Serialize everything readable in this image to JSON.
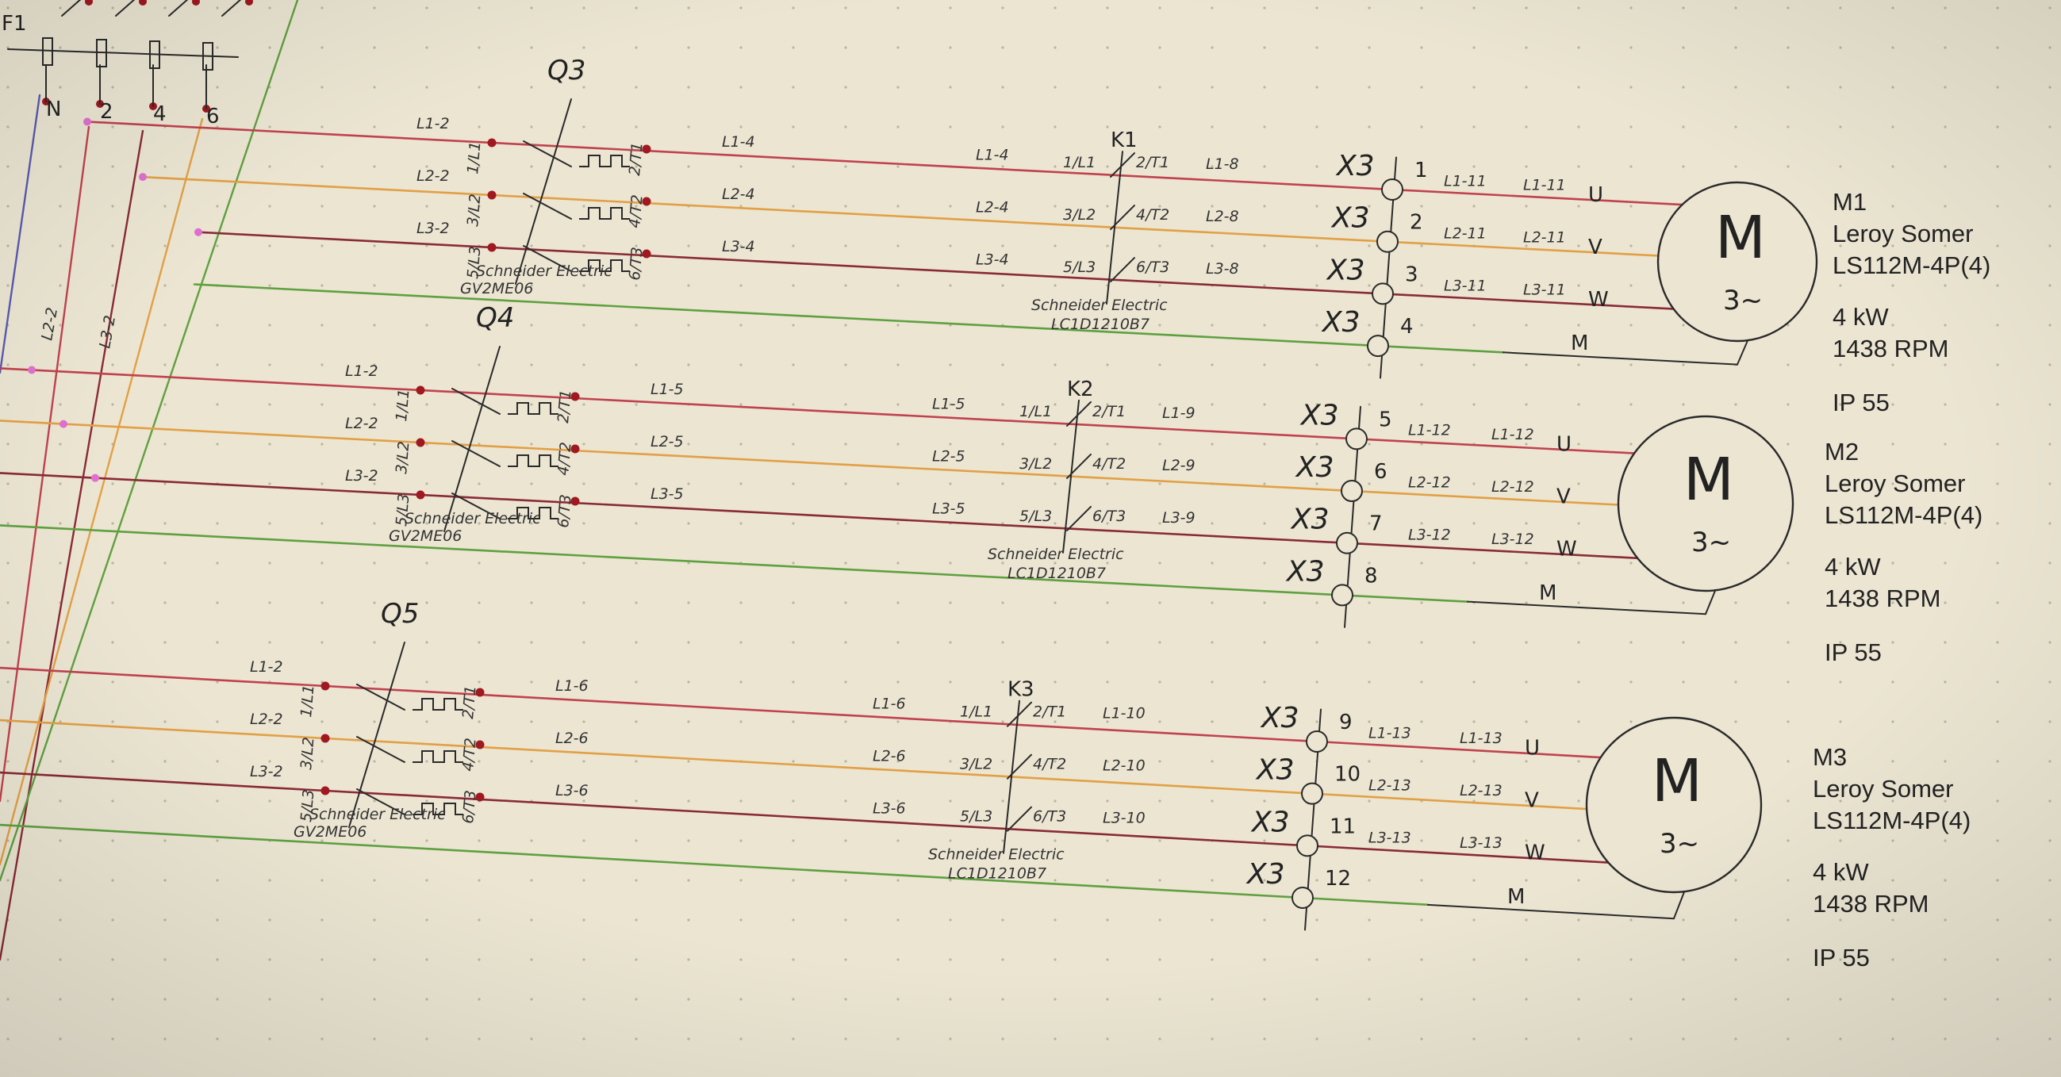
{
  "colors": {
    "background": "#ebe5d2",
    "L1": "#c0424e",
    "L2": "#e2a045",
    "L3": "#8a2a36",
    "PE": "#5fa040",
    "N": "#5a5ab0",
    "ink": "#2a2a2a",
    "terminal_dot": "#a01820",
    "tap_dot": "#e070d0"
  },
  "feeder": {
    "fuse_label": "F1",
    "bus_labels": [
      "N",
      "2",
      "4",
      "6"
    ],
    "vertical_labels": [
      "L2-2",
      "L3-2"
    ]
  },
  "circuits": [
    {
      "breaker": {
        "name": "Q3",
        "vendor": "Schneider Electric",
        "model": "GV2ME06",
        "in_wires": [
          "L1-2",
          "L2-2",
          "L3-2"
        ],
        "in_terms": [
          "1/L1",
          "3/L2",
          "5/L3"
        ],
        "out_terms": [
          "2/T1",
          "4/T2",
          "6/T3"
        ]
      },
      "contactor": {
        "name": "K1",
        "vendor": "Schneider Electric",
        "model": "LC1D1210B7",
        "in_wires": [
          "L1-4",
          "L2-4",
          "L3-4"
        ],
        "terms_in": [
          "1/L1",
          "3/L2",
          "5/L3"
        ],
        "terms_out": [
          "2/T1",
          "4/T2",
          "6/T3"
        ]
      },
      "mid_wires": [
        "L1-4",
        "L2-4",
        "L3-4"
      ],
      "out_wires": [
        "L1-8",
        "L2-8",
        "L3-8"
      ],
      "terminals": [
        {
          "strip": "X3",
          "num": "1"
        },
        {
          "strip": "X3",
          "num": "2"
        },
        {
          "strip": "X3",
          "num": "3"
        },
        {
          "strip": "X3",
          "num": "4"
        }
      ],
      "motor_wires": [
        "L1-11",
        "L2-11",
        "L3-11"
      ],
      "motor_wires_end": [
        "L1-11",
        "L2-11",
        "L3-11"
      ],
      "phases": [
        "U",
        "V",
        "W"
      ],
      "pe_label": "M",
      "motor": {
        "symbol": "M",
        "phase_symbol": "3~",
        "tag": "M1",
        "maker": "Leroy Somer",
        "model": "LS112M-4P(4)",
        "power": "4 kW",
        "speed": "1438 RPM",
        "ip": "IP 55"
      }
    },
    {
      "breaker": {
        "name": "Q4",
        "vendor": "Schneider Electric",
        "model": "GV2ME06",
        "in_wires": [
          "L1-2",
          "L2-2",
          "L3-2"
        ],
        "in_terms": [
          "1/L1",
          "3/L2",
          "5/L3"
        ],
        "out_terms": [
          "2/T1",
          "4/T2",
          "6/T3"
        ]
      },
      "contactor": {
        "name": "K2",
        "vendor": "Schneider Electric",
        "model": "LC1D1210B7",
        "in_wires": [
          "L1-5",
          "L2-5",
          "L3-5"
        ],
        "terms_in": [
          "1/L1",
          "3/L2",
          "5/L3"
        ],
        "terms_out": [
          "2/T1",
          "4/T2",
          "6/T3"
        ]
      },
      "mid_wires": [
        "L1-5",
        "L2-5",
        "L3-5"
      ],
      "out_wires": [
        "L1-9",
        "L2-9",
        "L3-9"
      ],
      "terminals": [
        {
          "strip": "X3",
          "num": "5"
        },
        {
          "strip": "X3",
          "num": "6"
        },
        {
          "strip": "X3",
          "num": "7"
        },
        {
          "strip": "X3",
          "num": "8"
        }
      ],
      "motor_wires": [
        "L1-12",
        "L2-12",
        "L3-12"
      ],
      "motor_wires_end": [
        "L1-12",
        "L2-12",
        "L3-12"
      ],
      "phases": [
        "U",
        "V",
        "W"
      ],
      "pe_label": "M",
      "motor": {
        "symbol": "M",
        "phase_symbol": "3~",
        "tag": "M2",
        "maker": "Leroy Somer",
        "model": "LS112M-4P(4)",
        "power": "4 kW",
        "speed": "1438 RPM",
        "ip": "IP 55"
      }
    },
    {
      "breaker": {
        "name": "Q5",
        "vendor": "Schneider Electric",
        "model": "GV2ME06",
        "in_wires": [
          "L1-2",
          "L2-2",
          "L3-2"
        ],
        "in_terms": [
          "1/L1",
          "3/L2",
          "5/L3"
        ],
        "out_terms": [
          "2/T1",
          "4/T2",
          "6/T3"
        ]
      },
      "contactor": {
        "name": "K3",
        "vendor": "Schneider Electric",
        "model": "LC1D1210B7",
        "in_wires": [
          "L1-6",
          "L2-6",
          "L3-6"
        ],
        "terms_in": [
          "1/L1",
          "3/L2",
          "5/L3"
        ],
        "terms_out": [
          "2/T1",
          "4/T2",
          "6/T3"
        ]
      },
      "mid_wires": [
        "L1-6",
        "L2-6",
        "L3-6"
      ],
      "out_wires": [
        "L1-10",
        "L2-10",
        "L3-10"
      ],
      "terminals": [
        {
          "strip": "X3",
          "num": "9"
        },
        {
          "strip": "X3",
          "num": "10"
        },
        {
          "strip": "X3",
          "num": "11"
        },
        {
          "strip": "X3",
          "num": "12"
        }
      ],
      "motor_wires": [
        "L1-13",
        "L2-13",
        "L3-13"
      ],
      "motor_wires_end": [
        "L1-13",
        "L2-13",
        "L3-13"
      ],
      "phases": [
        "U",
        "V",
        "W"
      ],
      "pe_label": "M",
      "motor": {
        "symbol": "M",
        "phase_symbol": "3~",
        "tag": "M3",
        "maker": "Leroy Somer",
        "model": "LS112M-4P(4)",
        "power": "4 kW",
        "speed": "1438 RPM",
        "ip": "IP 55"
      }
    }
  ]
}
